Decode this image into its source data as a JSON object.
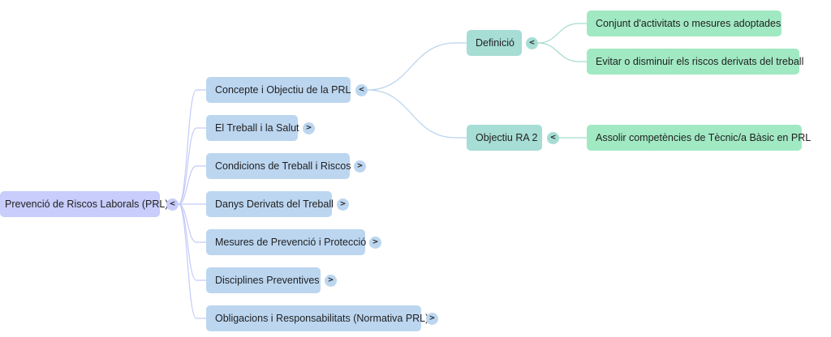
{
  "root": {
    "label": "Prevenció de Riscos Laborals (PRL)",
    "toggle": "<",
    "expanded": true
  },
  "topics": [
    {
      "label": "Concepte i Objectiu de la PRL",
      "toggle": "<",
      "expanded": true,
      "children": [
        {
          "label": "Definició",
          "toggle": "<",
          "expanded": true,
          "children": [
            {
              "label": "Conjunt d'activitats o mesures adoptades"
            },
            {
              "label": "Evitar o disminuir els riscos derivats del treball"
            }
          ]
        },
        {
          "label": "Objectiu RA 2",
          "toggle": "<",
          "expanded": true,
          "children": [
            {
              "label": "Assolir competències de Tècnic/a Bàsic en PRL"
            }
          ]
        }
      ]
    },
    {
      "label": "El Treball i la Salut",
      "toggle": ">",
      "expanded": false
    },
    {
      "label": "Condicions de Treball i Riscos",
      "toggle": ">",
      "expanded": false
    },
    {
      "label": "Danys Derivats del Treball",
      "toggle": ">",
      "expanded": false
    },
    {
      "label": "Mesures de Prevenció i Protecció",
      "toggle": ">",
      "expanded": false
    },
    {
      "label": "Disciplines Preventives",
      "toggle": ">",
      "expanded": false
    },
    {
      "label": "Obligacions i Responsabilitats (Normativa PRL)",
      "toggle": ">",
      "expanded": false
    }
  ],
  "colors": {
    "root": "#c8cdfb",
    "level1": "#bcd6f0",
    "level2": "#a6ddd4",
    "level3": "#a1e9c3",
    "link_root": "#c5cbf8",
    "link_l1": "#b9d3ee",
    "link_l2": "#a3dccf"
  }
}
